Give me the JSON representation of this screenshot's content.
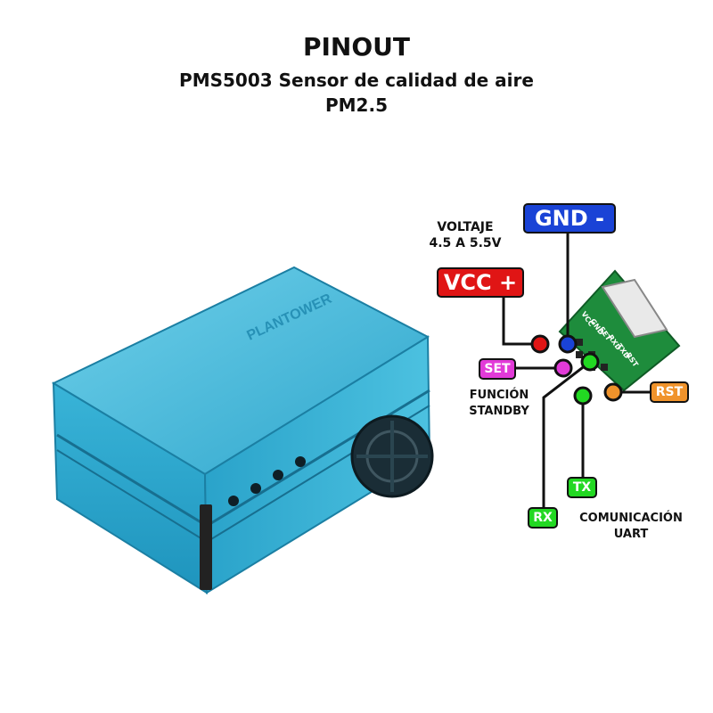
{
  "header": {
    "title": "PINOUT",
    "subtitle": "PMS5003 Sensor de calidad de aire",
    "subtitle2": "PM2.5"
  },
  "pins": {
    "gnd": "GND -",
    "vcc": "VCC +",
    "set": "SET",
    "rst": "RST",
    "tx": "TX",
    "rx": "RX"
  },
  "notes": {
    "voltage_line1": "VOLTAJE",
    "voltage_line2": "4.5 A 5.5V",
    "standby_line1": "FUNCIÓN",
    "standby_line2": "STANDBY",
    "uart_line1": "COMUNICACIÓN",
    "uart_line2": "UART"
  },
  "board": {
    "pin_silk": [
      "VCC",
      "GND",
      "SET",
      "RXD",
      "TXD",
      "RST"
    ],
    "case_print": "PLANTOWER"
  },
  "colors": {
    "gnd": "#1a43d6",
    "vcc": "#e01515",
    "set": "#e23ad8",
    "rst": "#f0932b",
    "data": "#22d822",
    "case": "#3ab3d4",
    "pcb": "#1e8c3c"
  }
}
